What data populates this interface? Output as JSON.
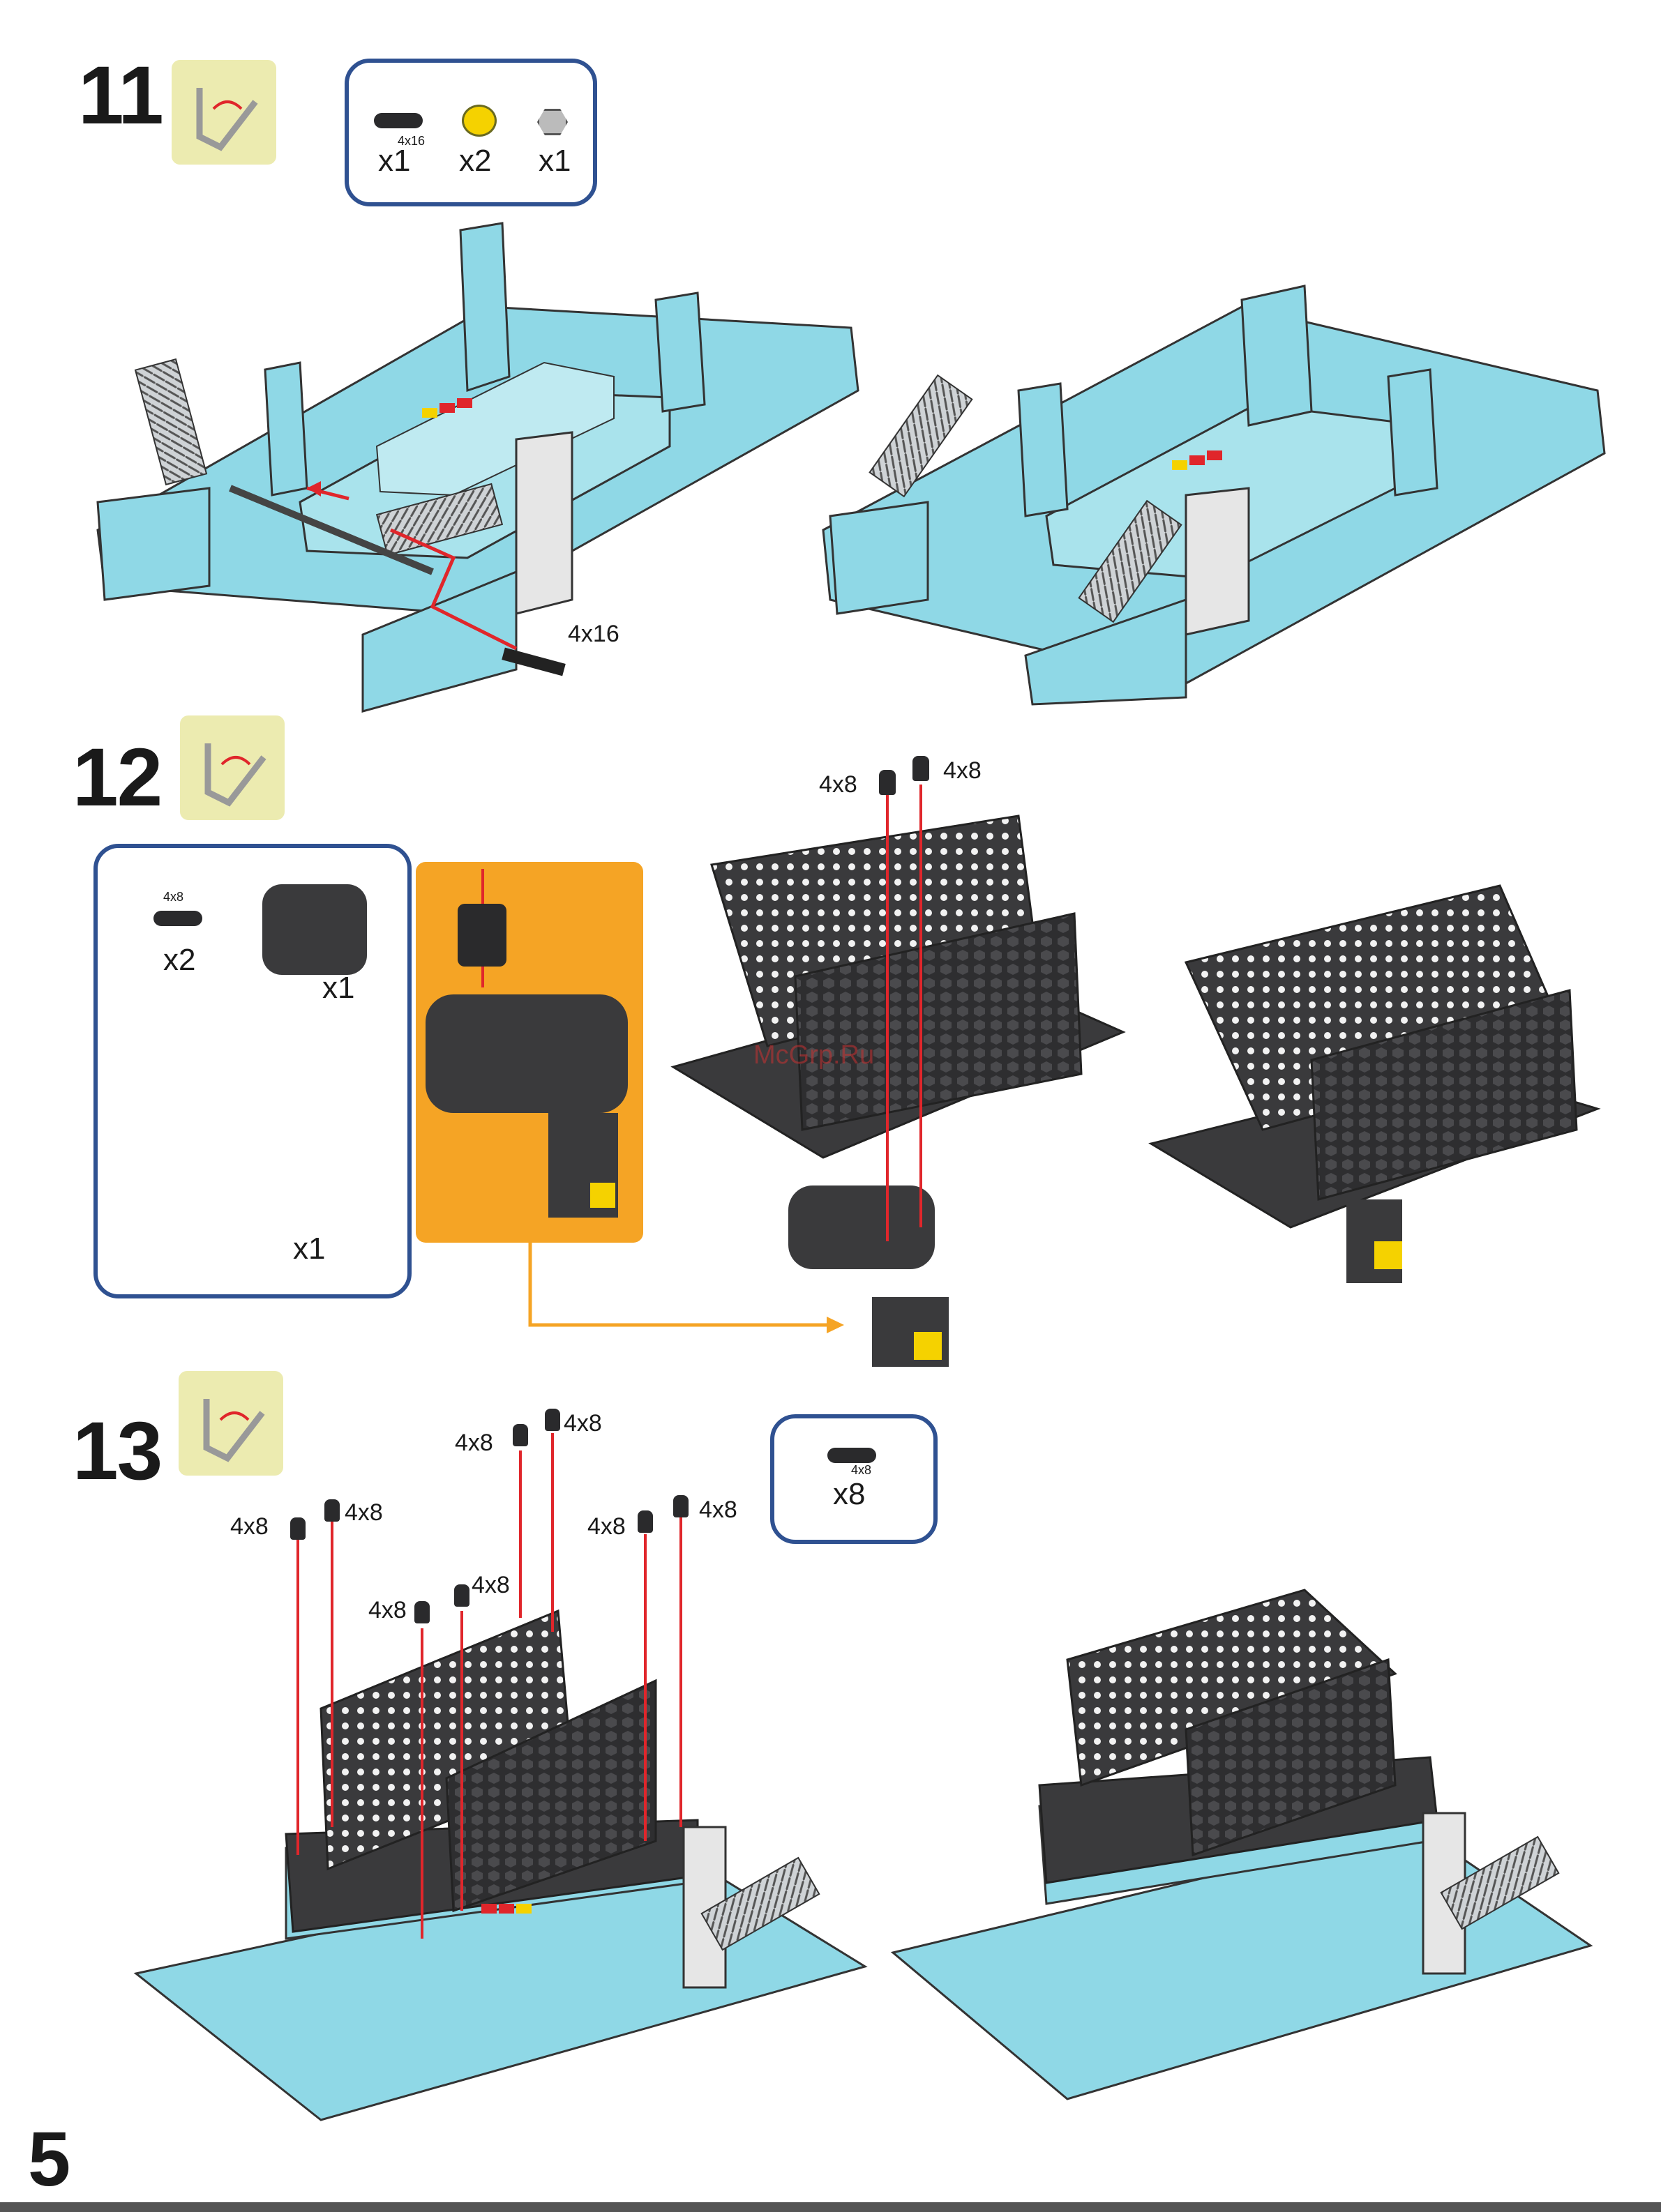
{
  "page_number": "5",
  "watermark": "McGrp.Ru",
  "steps": {
    "s11": {
      "number": "11",
      "parts": [
        {
          "icon": "screw-icon",
          "size": "4x16",
          "qty": "x1"
        },
        {
          "icon": "spacer-icon",
          "qty": "x2"
        },
        {
          "icon": "nut-icon",
          "qty": "x1"
        }
      ],
      "callout": "4x16"
    },
    "s12": {
      "number": "12",
      "parts": [
        {
          "icon": "screw-icon",
          "size": "4x8",
          "qty": "x2"
        },
        {
          "icon": "servo-icon",
          "qty": "x1"
        },
        {
          "icon": "bucket-icon",
          "qty": "x1"
        }
      ],
      "callouts": [
        "4x8",
        "4x8"
      ]
    },
    "s13": {
      "number": "13",
      "parts": [
        {
          "icon": "screw-icon",
          "size": "4x8",
          "qty": "x8"
        }
      ],
      "callouts": [
        "4x8",
        "4x8",
        "4x8",
        "4x8",
        "4x8",
        "4x8",
        "4x8",
        "4x8"
      ]
    }
  },
  "colors": {
    "frame": "#8fd8e6",
    "frame_dark": "#4fb7cc",
    "part_dark": "#3a3a3c",
    "box_border": "#2f5191",
    "tool_bg": "#ecebb0",
    "highlight": "#f5a425",
    "arrow_red": "#e0262b"
  }
}
